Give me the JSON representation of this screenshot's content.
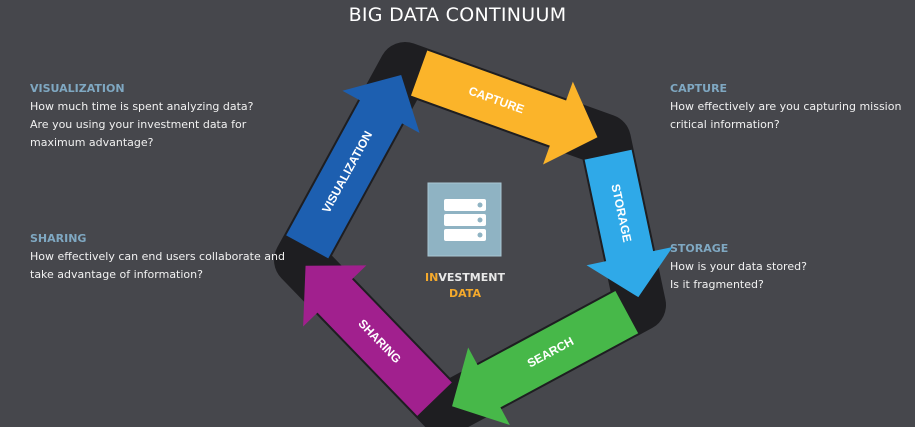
{
  "title": "BIG DATA CONTINUUM",
  "center": {
    "label_prefix": "IN",
    "label_rest": "VESTMENT",
    "label_line2": "DATA",
    "icon": "server-stack-icon"
  },
  "stages": [
    {
      "label": "CAPTURE",
      "color": "#fbb42a"
    },
    {
      "label": "STORAGE",
      "color": "#2fa9e8"
    },
    {
      "label": "SEARCH",
      "color": "#47b849"
    },
    {
      "label": "SHARING",
      "color": "#a1208e"
    },
    {
      "label": "VISUALIZATION",
      "color": "#1d5fb0"
    }
  ],
  "blocks": {
    "visualization": {
      "heading": "VISUALIZATION",
      "lines": [
        "How much time is spent analyzing data?",
        "Are you using your investment data for",
        "maximum advantage?"
      ]
    },
    "sharing": {
      "heading": "SHARING",
      "lines": [
        "How effectively can end users collaborate and",
        "take advantage of information?"
      ]
    },
    "capture": {
      "heading": "CAPTURE",
      "lines": [
        "How effectively are you capturing mission",
        "critical information?"
      ]
    },
    "storage": {
      "heading": "STORAGE",
      "lines": [
        "How is your data stored?",
        "Is it fragmented?"
      ]
    }
  }
}
